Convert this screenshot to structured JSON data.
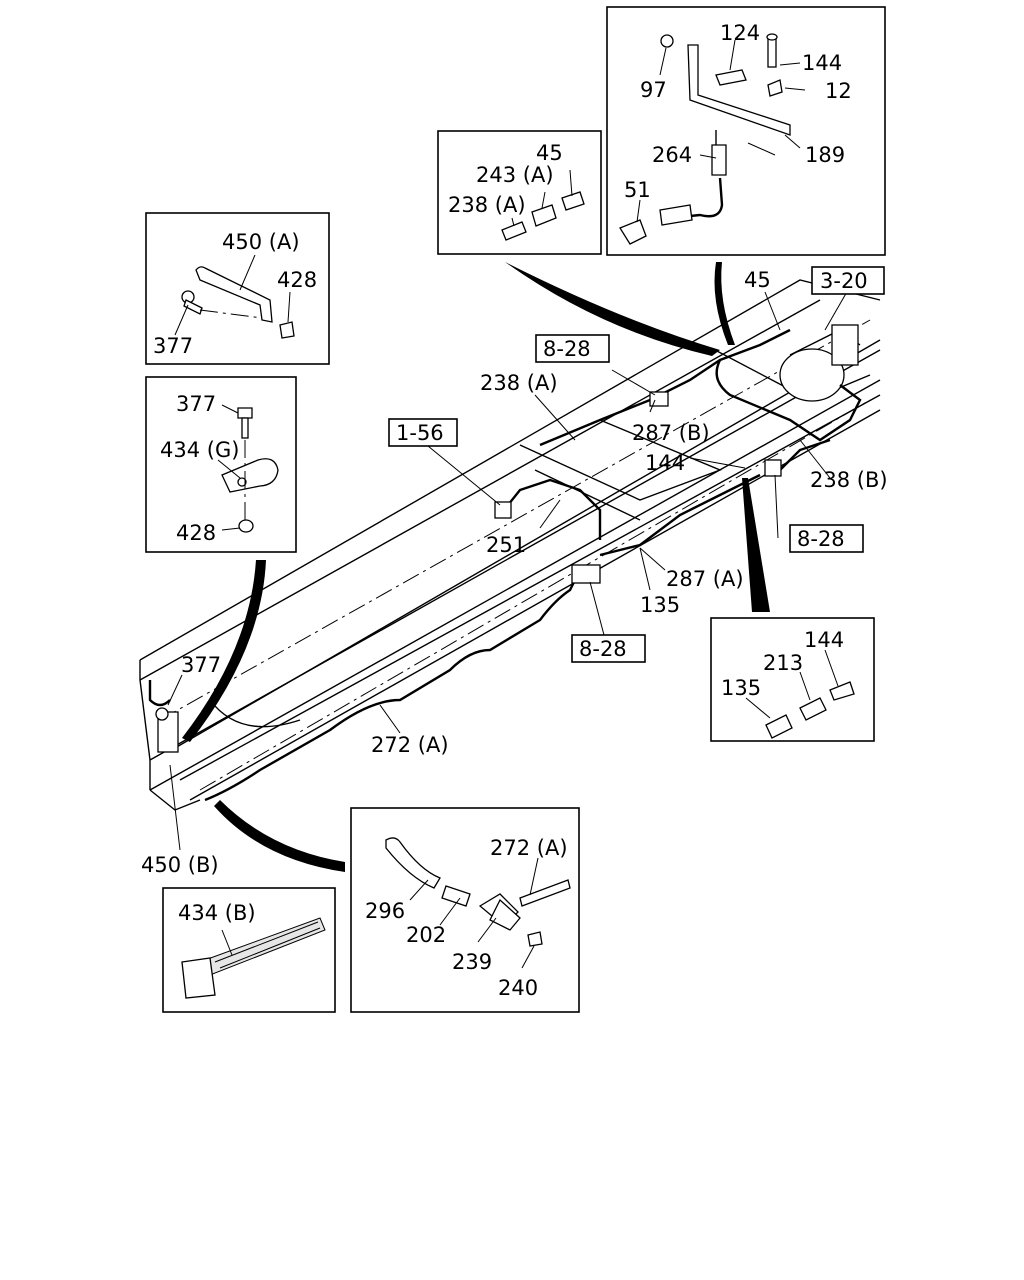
{
  "refs": {
    "r320": "3-20",
    "r828_top": "8-28",
    "r156": "1-56",
    "r828_right": "8-28",
    "r828_bottom": "8-28"
  },
  "labels": {
    "p124": "124",
    "p144_top": "144",
    "p97": "97",
    "p12": "12",
    "p264": "264",
    "p189": "189",
    "p51": "51",
    "p45_box": "45",
    "p243a": "243 (A)",
    "p238a_box": "238 (A)",
    "p450a": "450 (A)",
    "p428_box1": "428",
    "p377_box1": "377",
    "p377_box2": "377",
    "p434g": "434 (G)",
    "p428_box2": "428",
    "p45_main": "45",
    "p238a_main": "238 (A)",
    "p287b": "287 (B)",
    "p144_main": "144",
    "p238b": "238 (B)",
    "p251": "251",
    "p287a": "287 (A)",
    "p135_main": "135",
    "p377_main": "377",
    "p272a_main": "272 (A)",
    "p450b": "450 (B)",
    "p144_box": "144",
    "p213": "213",
    "p135_box": "135",
    "p272a_box": "272 (A)",
    "p296": "296",
    "p202": "202",
    "p239": "239",
    "p240": "240",
    "p434b": "434 (B)"
  }
}
